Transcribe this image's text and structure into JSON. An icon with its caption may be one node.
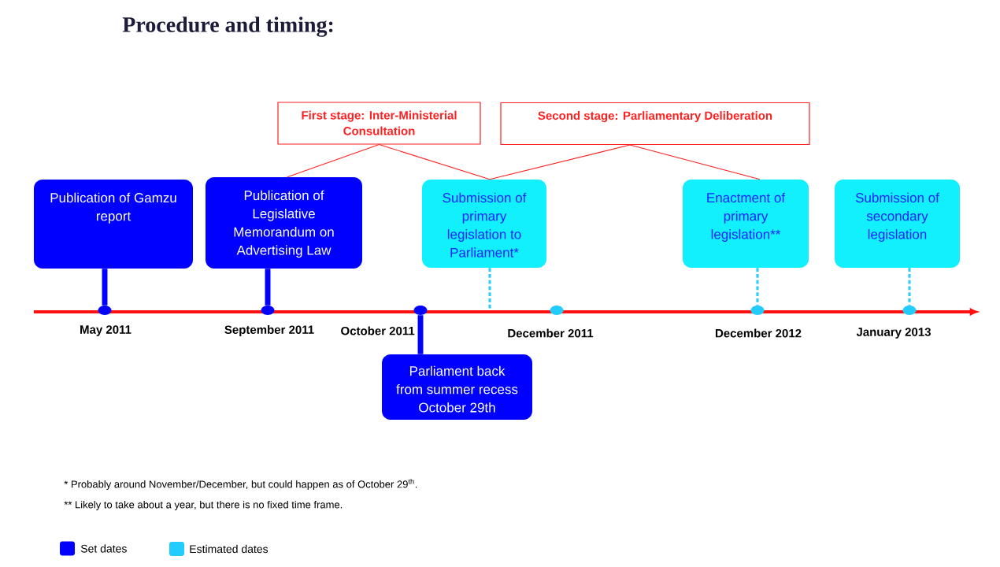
{
  "diagram": {
    "title": "Procedure and timing:",
    "nodes": [
      {
        "text": [
          "First stage: Inter-Ministerial Consultation"
        ]
      },
      {
        "text": [
          "Second stage: Parliamentary Deliberation"
        ]
      },
      {
        "text": [
          "Publication of Gamzu report"
        ]
      },
      {
        "text": [
          "Publication of Legislative Memorandum on Advertising Law"
        ]
      },
      {
        "text": [
          "Submission of primary legislation to Parliament*"
        ]
      },
      {
        "text": [
          "Enactment of primary legislation**"
        ]
      },
      {
        "text": [
          "Submission of secondary legislation"
        ]
      },
      {
        "text": [],
        "shape": "circle",
        "beside": [
          "May 2011"
        ]
      },
      {
        "text": [],
        "shape": "circle",
        "beside": [
          "September 2011"
        ]
      },
      {
        "text": [],
        "shape": "circle",
        "beside": [
          "October 2011"
        ]
      },
      {
        "text": [],
        "shape": "circle",
        "beside": [
          "December 2011"
        ]
      },
      {
        "text": [],
        "shape": "circle",
        "beside": [
          "December 2012"
        ]
      },
      {
        "text": [],
        "shape": "circle",
        "beside": [
          "January 2013"
        ]
      },
      {
        "text": [
          "Parliament back from summer recess October 29th"
        ]
      }
    ],
    "edges": [
      {
        "from": 0,
        "to": 3,
        "arrow": "none"
      },
      {
        "from": 0,
        "to": 4,
        "arrow": "none"
      },
      {
        "from": 1,
        "to": 4,
        "arrow": "none"
      },
      {
        "from": 1,
        "to": 5,
        "arrow": "none"
      },
      {
        "from": 2,
        "to": 7,
        "arrow": "none",
        "style": "thick",
        "color": "#0000ff"
      },
      {
        "from": 3,
        "to": 8,
        "arrow": "none",
        "style": "thick",
        "color": "#0000ff"
      },
      {
        "from": 13,
        "to": 9,
        "arrow": "none",
        "style": "thick",
        "color": "#0000ff"
      },
      {
        "from": 4,
        "to": null,
        "arrow": "none",
        "style": "dashed",
        "color": "#33ccff"
      },
      {
        "from": 5,
        "to": 11,
        "arrow": "none",
        "style": "dashed",
        "color": "#33ccff"
      },
      {
        "from": 6,
        "to": 12,
        "arrow": "none",
        "style": "dashed",
        "color": "#33ccff"
      }
    ],
    "labels": [
      "* Probably around November/December, but could happen as of October 29$^{th}$.",
      "** Likely to take about a year, but there is no fixed time frame."
    ],
    "legend": [
      {
        "text": "Set dates",
        "color": "#0000ff"
      },
      {
        "text": "Estimated dates",
        "color": "#22ccff"
      }
    ]
  }
}
